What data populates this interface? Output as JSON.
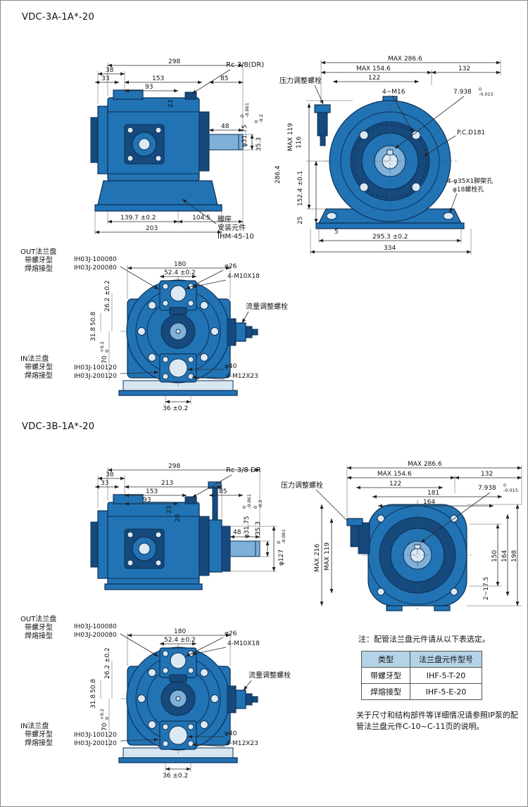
{
  "titles": {
    "model_a": "VDC-3A-1A*-20",
    "model_b": "VDC-3B-1A*-20"
  },
  "colors": {
    "pump_blue": "#2173b4",
    "pump_dark": "#16497c",
    "table_header_bg": "#b5d3e7"
  },
  "a_side": {
    "d298": "298",
    "d38": "38",
    "d33": "33",
    "d153": "153",
    "d93": "93",
    "d23": "23",
    "d85": "85",
    "rc_port": "Rc 3/8(DR)",
    "d48": "48",
    "phi3175": "φ31.75",
    "phi3175_tol_top": "0",
    "phi3175_tol_bot": "-0.061",
    "d353": "35.3",
    "d353_tol_top": "0",
    "d353_tol_bot": "-0.2",
    "d1397": "139.7 ±0.2",
    "d203": "203",
    "d1045": "104.5",
    "foot_line1": "脚座",
    "foot_line2": "安装元件",
    "foot_line3": "IHM-45-10"
  },
  "a_front": {
    "max2866": "MAX 286.6",
    "max1546": "MAX 154.6",
    "d132": "132",
    "d122": "122",
    "m16": "4~M16",
    "d7938": "7.938",
    "d7938_tol_top": "0",
    "d7938_tol_bot": "-0.015",
    "pressure_bolt": "压力调整螺栓",
    "pcd": "P.C.D181",
    "max119": "MAX 119",
    "d116": "116",
    "d2864": "286.4",
    "d1524": "152.4 ±0.1",
    "d25": "25",
    "foot_hole1": "4-φ35X1脚架孔",
    "foot_hole2": "φ18螺栓孔",
    "d5": "5",
    "d2953": "295.3 ±0.2",
    "d334": "334"
  },
  "a_rear": {
    "out1": "OUT法兰盘",
    "out2": "带螺牙型",
    "out3": "焊熔接型",
    "out_pn1": "IH03J-100080",
    "out_pn2": "IH03J-200080",
    "d180": "180",
    "d524": "52.4 ±0.2",
    "phi26": "φ26",
    "m10": "4-M10X18",
    "flow_bolt": "流量调整螺栓",
    "d262": "26.2 ±0.2",
    "d318": "31.8",
    "d508": "50.8",
    "d70": "70",
    "d70_tol_top": "+0.2",
    "d70_tol_bot": "0",
    "in1": "IN法兰盘",
    "in2": "带螺牙型",
    "in3": "焊熔接型",
    "in_pn1": "IH03J-100120",
    "in_pn2": "IH03J-200120",
    "d36": "36 ±0.2",
    "phi40": "φ40",
    "m12": "4-M12X23"
  },
  "b_side": {
    "d298": "298",
    "d38": "38",
    "d33": "33",
    "d213": "213",
    "d153": "153",
    "d93": "93",
    "d23": "23",
    "d20": "20",
    "d85": "85",
    "rc_port": "Rc 3/8 DR",
    "pressure_bolt": "压力调整螺栓",
    "d48": "48",
    "phi3175": "φ31.75",
    "phi3175_tol_top": "0",
    "phi3175_tol_bot": "-0.061",
    "d353": "35.3",
    "d353_tol_top": "0",
    "d353_tol_bot": "-0.2",
    "phi127": "φ127",
    "phi127_tol_top": "0",
    "phi127_tol_bot": "-0.061"
  },
  "b_front": {
    "max2866": "MAX 286.6",
    "max1546": "MAX 154.6",
    "d132": "132",
    "d122": "122",
    "d181": "181",
    "d164": "164",
    "d7938": "7.938",
    "d7938_tol_top": "0",
    "d7938_tol_bot": "-0.015",
    "max216": "MAX 216",
    "max119": "MAX 119",
    "d198": "198",
    "d164r": "164",
    "d150": "150",
    "d2175": "2~17.5"
  },
  "b_rear": {
    "out1": "OUT法兰盘",
    "out2": "带螺牙型",
    "out3": "焊熔接型",
    "out_pn1": "IH03J-100080",
    "out_pn2": "IH03J-200080",
    "d180": "180",
    "d524": "52.4 ±0.2",
    "phi26": "φ26",
    "m10": "4-M10X18",
    "flow_bolt": "流量调整螺栓",
    "d262": "26.2 ±0.2",
    "d318": "31.8",
    "d508": "50.8",
    "d70": "70",
    "d70_tol_top": "+0.2",
    "d70_tol_bot": "0",
    "in1": "IN法兰盘",
    "in2": "带螺牙型",
    "in3": "焊熔接型",
    "in_pn1": "IH03J-100120",
    "in_pn2": "IH03J-200120",
    "d36": "36 ±0.2",
    "phi40": "φ40",
    "m12": "4-M12X23"
  },
  "notes": {
    "select_note": "注：配管法兰盘元件请从以下表选定。",
    "detail_note": "关于尺寸和结构部件等详细情况请参照IP泵的配管法兰盘元件C-10~C-11页的说明。"
  },
  "flange_table": {
    "headers": [
      "类型",
      "法兰盘元件型号"
    ],
    "rows": [
      {
        "type": "带螺牙型",
        "part": "IHF-5-T-20"
      },
      {
        "type": "焊熔接型",
        "part": "IHF-5-E-20"
      }
    ]
  }
}
